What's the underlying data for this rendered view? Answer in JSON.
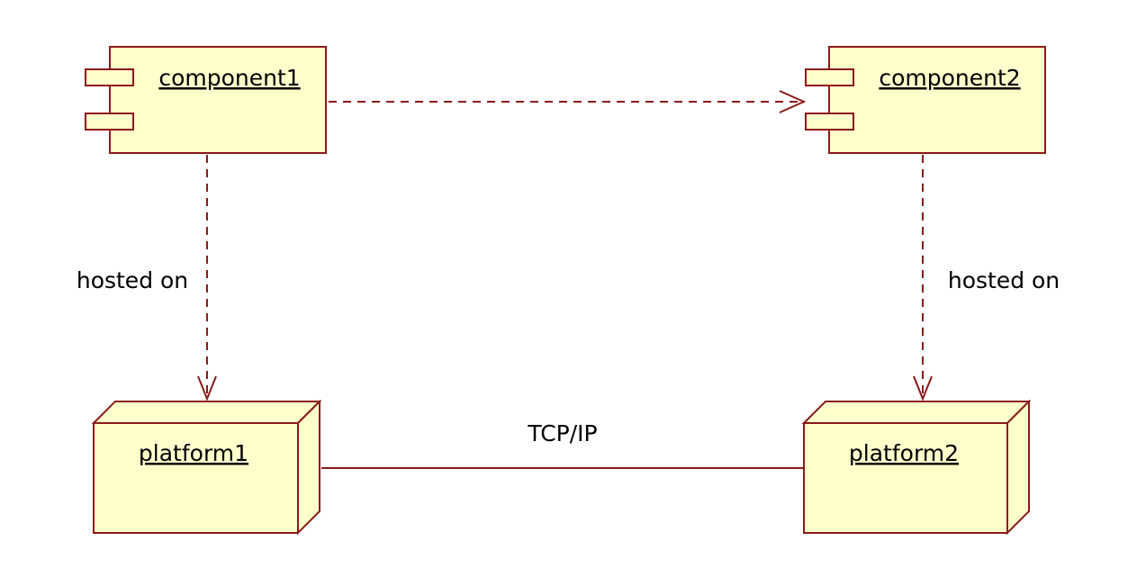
{
  "colors": {
    "fill": "#ffffcc",
    "stroke": "#8b1a1a",
    "text": "#000000",
    "background": "#ffffff"
  },
  "components": [
    {
      "label": "component1",
      "icon": "component-icon"
    },
    {
      "label": "component2",
      "icon": "component-icon"
    }
  ],
  "nodes": [
    {
      "label": "platform1"
    },
    {
      "label": "platform2"
    }
  ],
  "dependencies": [
    {
      "from": "component1",
      "to": "component2",
      "label": ""
    },
    {
      "from": "component1",
      "to": "platform1",
      "label": "hosted on"
    },
    {
      "from": "component2",
      "to": "platform2",
      "label": "hosted on"
    }
  ],
  "associations": [
    {
      "from": "platform1",
      "to": "platform2",
      "label": "TCP/IP"
    }
  ]
}
